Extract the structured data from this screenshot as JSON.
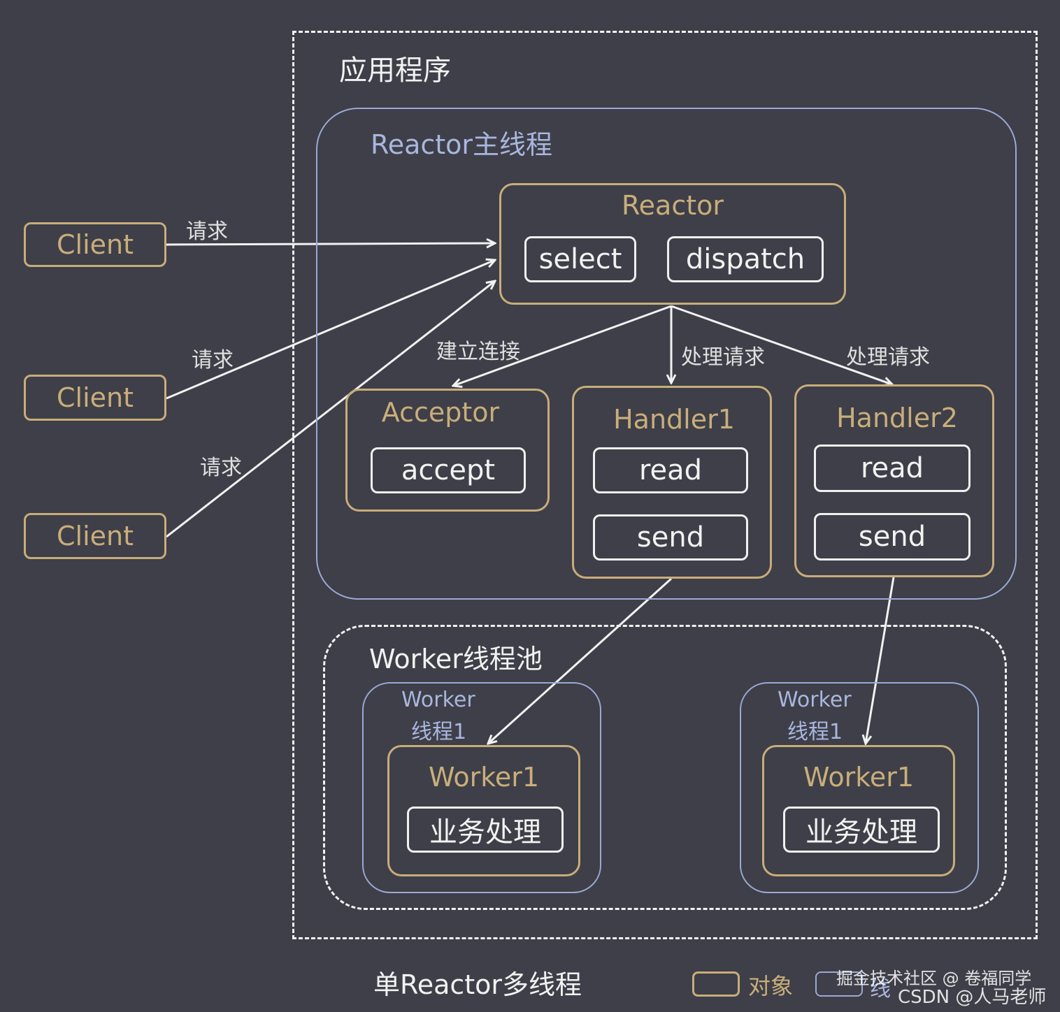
{
  "diagram": {
    "app_title": "应用程序",
    "reactor_thread_title": "Reactor主线程",
    "reactor": {
      "title": "Reactor",
      "select": "select",
      "dispatch": "dispatch"
    },
    "acceptor": {
      "title": "Acceptor",
      "accept": "accept"
    },
    "handler1": {
      "title": "Handler1",
      "read": "read",
      "send": "send"
    },
    "handler2": {
      "title": "Handler2",
      "read": "read",
      "send": "send"
    },
    "clients": [
      "Client",
      "Client",
      "Client"
    ],
    "edge_labels": {
      "request": "请求",
      "establish": "建立连接",
      "process": "处理请求"
    },
    "pool_title": "Worker线程池",
    "worker_threads": [
      {
        "title_line1": "Worker",
        "title_line2": "线程1",
        "worker": "Worker1",
        "task": "业务处理"
      },
      {
        "title_line1": "Worker",
        "title_line2": "线程1",
        "worker": "Worker1",
        "task": "业务处理"
      }
    ],
    "caption": "单Reactor多线程",
    "legend": {
      "object": "对象",
      "thread": "线"
    },
    "watermark": {
      "line1": "掘金技术社区 @ 卷福同学",
      "line2": "CSDN @人马老师"
    },
    "colors": {
      "background": "#3e3f48",
      "object_border": "#c8ad7a",
      "thread_border": "#9aa9d6",
      "line": "#f2f2f2"
    }
  }
}
